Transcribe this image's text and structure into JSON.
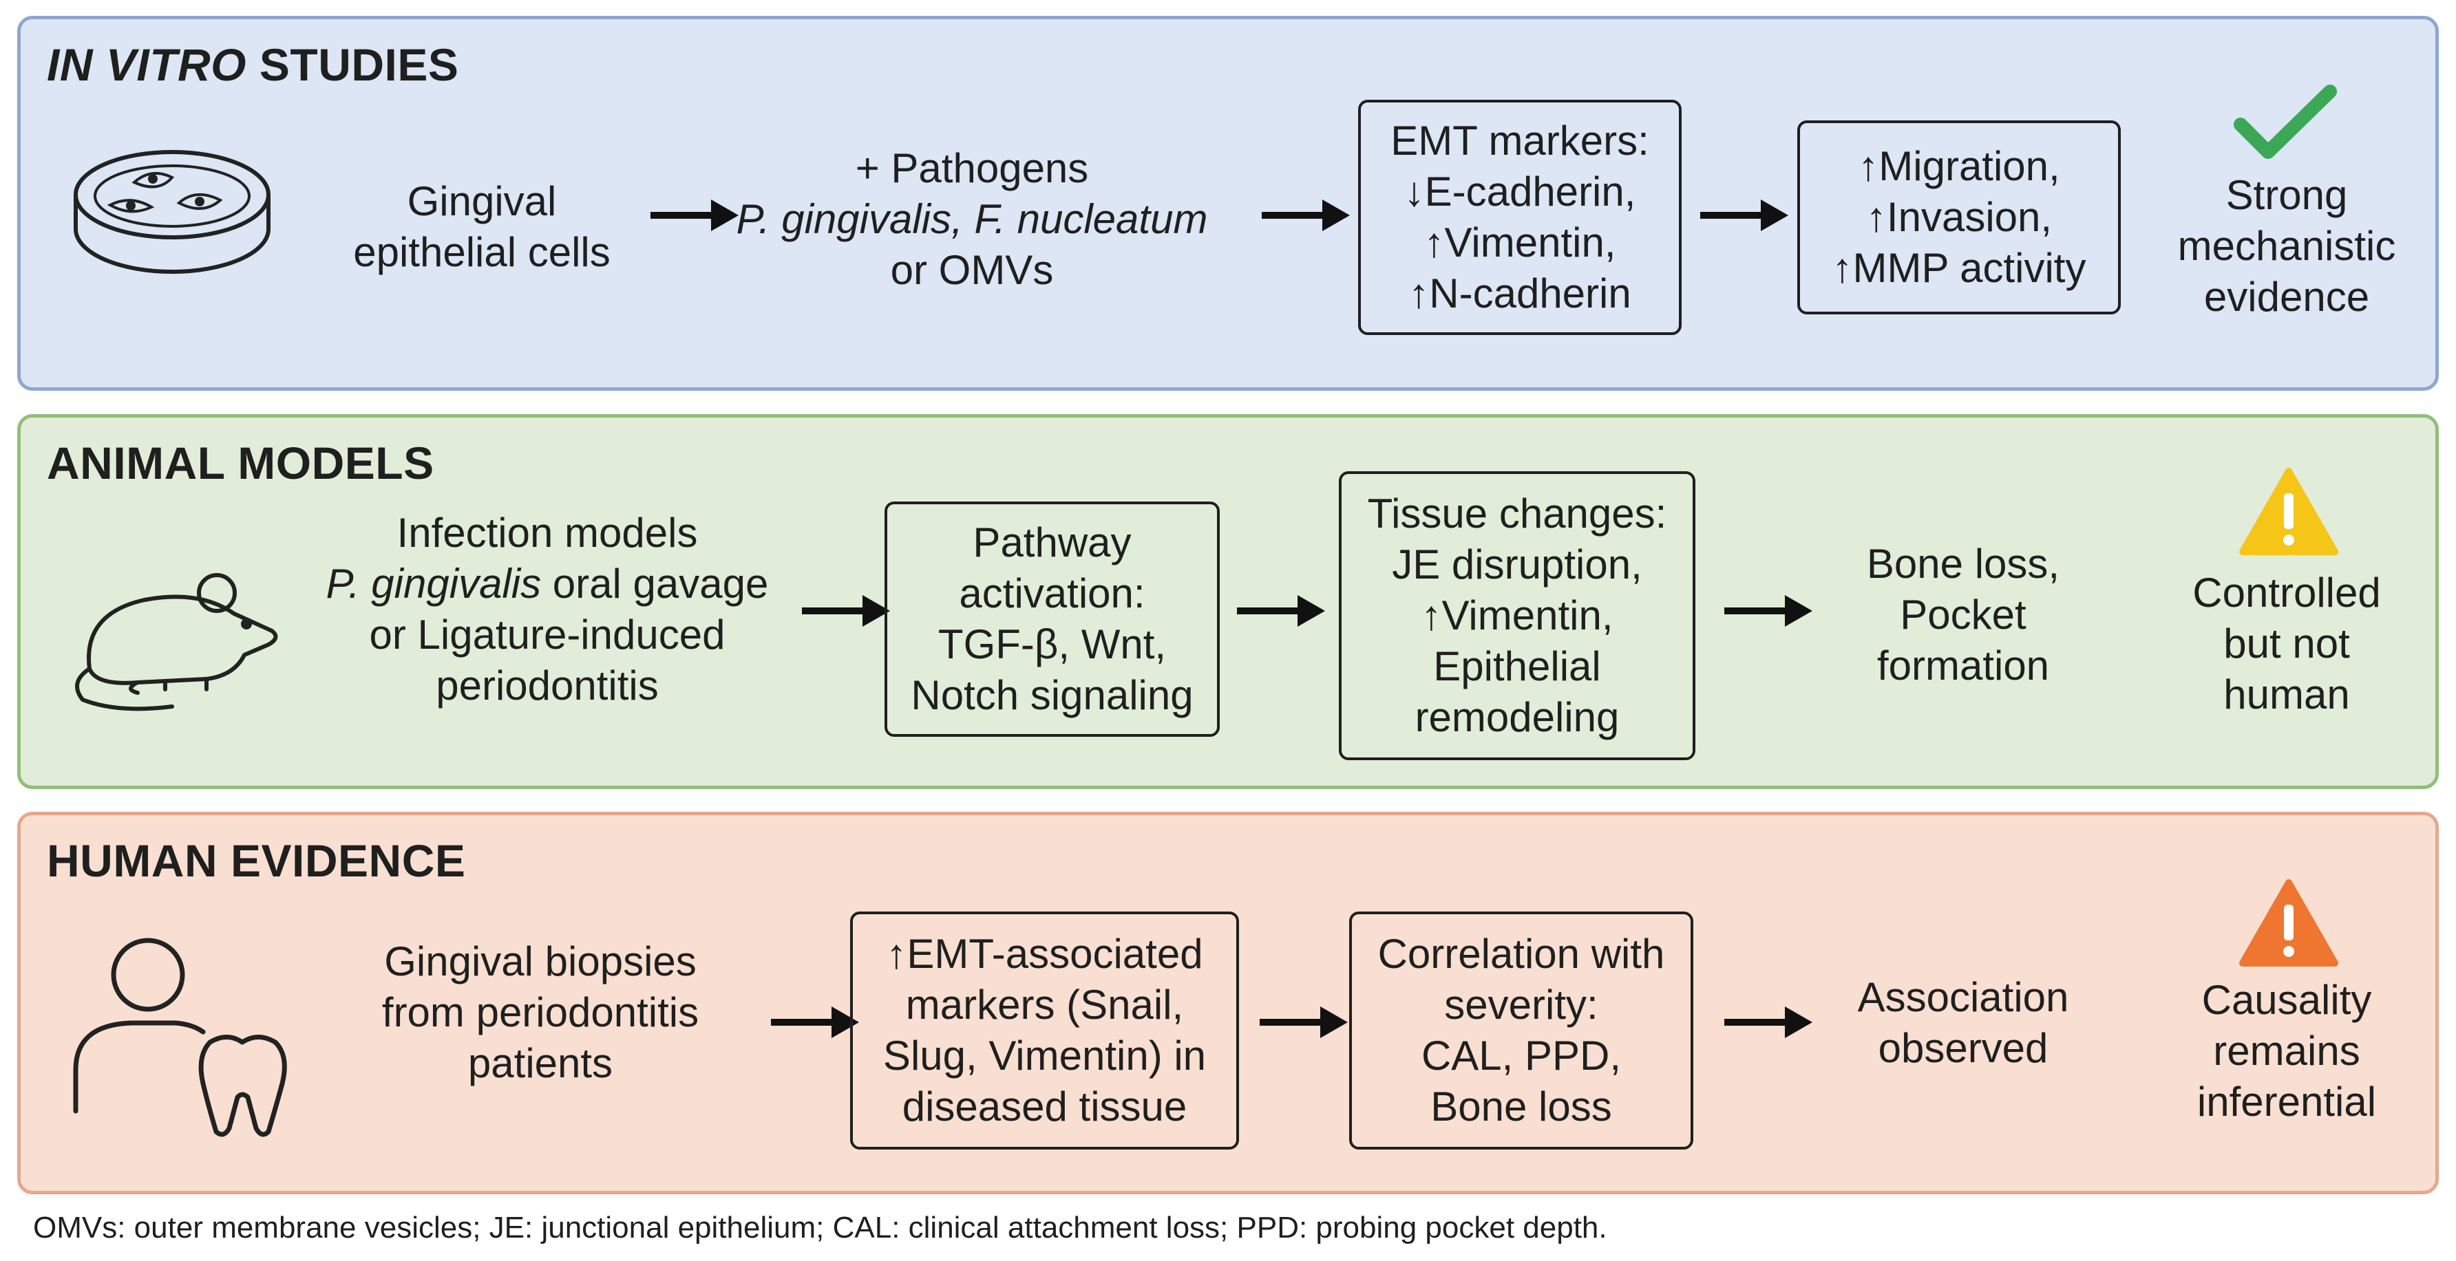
{
  "panels": {
    "vitro": {
      "title_italic": "IN VITRO",
      "title_rest": " STUDIES",
      "source": [
        "Gingival",
        "epithelial cells"
      ],
      "step1": {
        "line1": "+ Pathogens",
        "line2": "P. gingivalis, F. nucleatum",
        "line3": "or OMVs"
      },
      "step2": [
        "EMT markers:",
        "↓E-cadherin,",
        "↑Vimentin,",
        "↑N-cadherin"
      ],
      "step3": [
        "↑Migration,",
        "↑Invasion,",
        "↑MMP activity"
      ],
      "verdict": [
        "Strong",
        "mechanistic",
        "evidence"
      ],
      "verdict_icon": "checkmark-icon",
      "verdict_color": "#3aa856"
    },
    "animal": {
      "title": "ANIMAL MODELS",
      "source": {
        "line1": "Infection models",
        "line2_italic": "P. gingivalis",
        "line2_rest": " oral gavage",
        "line3": "or Ligature-induced",
        "line4": "periodontitis"
      },
      "step1": [
        "Pathway",
        "activation:",
        "TGF-β, Wnt,",
        "Notch signaling"
      ],
      "step2": [
        "Tissue changes:",
        "JE disruption,",
        "↑Vimentin,",
        "Epithelial",
        "remodeling"
      ],
      "step3": [
        "Bone loss,",
        "Pocket",
        "formation"
      ],
      "verdict": [
        "Controlled",
        "but not",
        "human"
      ],
      "verdict_icon": "warning-icon",
      "verdict_color": "#f5c518"
    },
    "human": {
      "title": "HUMAN EVIDENCE",
      "source": [
        "Gingival biopsies",
        "from periodontitis",
        "patients"
      ],
      "step1": [
        "↑EMT-associated",
        "markers (Snail,",
        "Slug, Vimentin) in",
        "diseased tissue"
      ],
      "step2": [
        "Correlation with",
        "severity:",
        "CAL, PPD,",
        "Bone loss"
      ],
      "step3": [
        "Association",
        "observed"
      ],
      "verdict": [
        "Causality",
        "remains",
        "inferential"
      ],
      "verdict_icon": "warning-icon",
      "verdict_color": "#ee7630"
    }
  },
  "footnote": "OMVs: outer membrane vesicles; JE: junctional epithelium; CAL: clinical attachment loss; PPD: probing pocket depth.",
  "icons": [
    "petri-dish-icon",
    "mouse-icon",
    "person-tooth-icon",
    "arrow-right-icon"
  ]
}
